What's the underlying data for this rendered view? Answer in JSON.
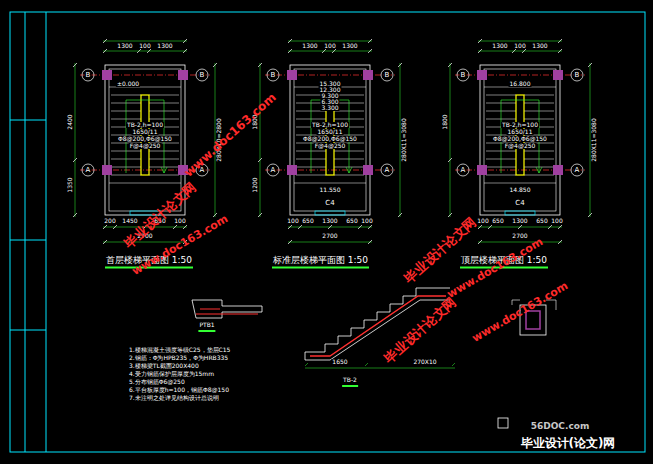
{
  "diagram": {
    "labels": [
      "1300",
      "100",
      "1300",
      "±0.000",
      "B",
      "B",
      "A",
      "A",
      "2400",
      "280X10=2800",
      "TB-2,h=100",
      "1650/11",
      "Φ8@200,Φ6@150",
      "F@4@250",
      "1350",
      "200",
      "1450",
      "650",
      "100",
      "2700",
      "1300",
      "100",
      "1300",
      "15.300",
      "12.300",
      "9.300",
      "6.300",
      "3.300",
      "B",
      "B",
      "A",
      "A",
      "1800",
      "1200",
      "280X11=3080",
      "TB-2,h=100",
      "1650/11",
      "Φ8@200,Φ6@150",
      "F@4@250",
      "11.550",
      "C4",
      "100",
      "650",
      "1300",
      "650",
      "100",
      "2700",
      "1300",
      "100",
      "1300",
      "16.800",
      "B",
      "B",
      "A",
      "A",
      "1800",
      "280X11=3080",
      "TB-2,h=100",
      "1650/11",
      "Φ8@200,Φ6@150",
      "F@4@250",
      "14.850",
      "C4",
      "100",
      "650",
      "1300",
      "650",
      "100",
      "2700",
      "首层楼梯平面图 1:50",
      "标准层楼梯平面图 1:50",
      "顶层楼梯平面图 1:50",
      "PTB1",
      "TB-2",
      "1650",
      "270X10",
      "1.楼梯混凝土强度等级C25，垫层C15",
      "2.钢筋：Φ为HPB235，Φ为HRB335",
      "3.楼梯梁TL截面200X400",
      "4.受力钢筋保护层厚度为15mm",
      "5.分布钢筋Φ6@250",
      "6.平台板厚度h=100，钢筋Φ8@150",
      "7.未注明之处详见结构设计总说明",
      "www.doc163.com",
      "毕业设计论文网",
      "www.doc163.com",
      "毕业设计论文网",
      "www.doc163.com",
      "毕业设计论文网",
      "www.doc163.com",
      "56DOC.com",
      "毕业设计(论文)网"
    ]
  }
}
